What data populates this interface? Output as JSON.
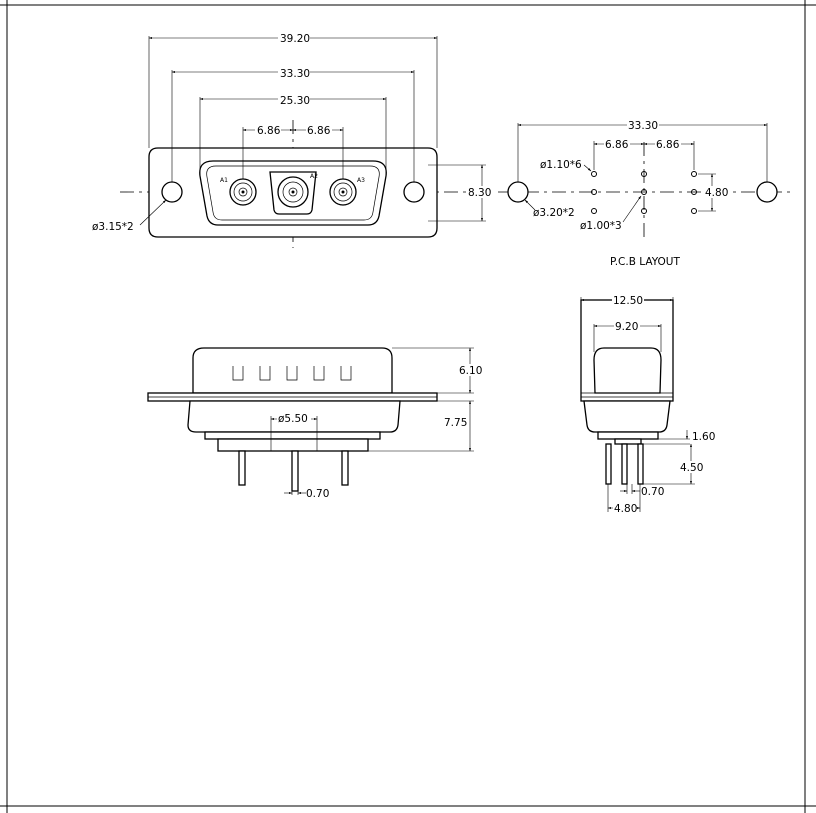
{
  "front_view": {
    "dims": {
      "overall": "39.20",
      "mounting": "33.30",
      "shell": "25.30",
      "pitch_left": "6.86",
      "pitch_right": "6.86",
      "height": "8.30",
      "mount_hole": "ø3.15*2"
    },
    "contacts": [
      "A1",
      "A2",
      "A3"
    ]
  },
  "pcb_layout": {
    "title": "P.C.B LAYOUT",
    "dims": {
      "mounting": "33.30",
      "pitch_left": "6.86",
      "pitch_right": "6.86",
      "row_spacing": "4.80",
      "small_holes": "ø1.10*6",
      "mount_holes": "ø3.20*2",
      "contact_holes": "ø1.00*3"
    }
  },
  "side_view": {
    "dims": {
      "shell_height": "6.10",
      "total_height": "7.75",
      "contact_diameter": "ø5.50",
      "pin_width": "0.70"
    }
  },
  "end_view": {
    "dims": {
      "width": "12.50",
      "shell_width": "9.20",
      "standoff": "1.60",
      "pin_length": "4.50",
      "pin_width": "0.70",
      "pin_spacing": "4.80"
    }
  }
}
